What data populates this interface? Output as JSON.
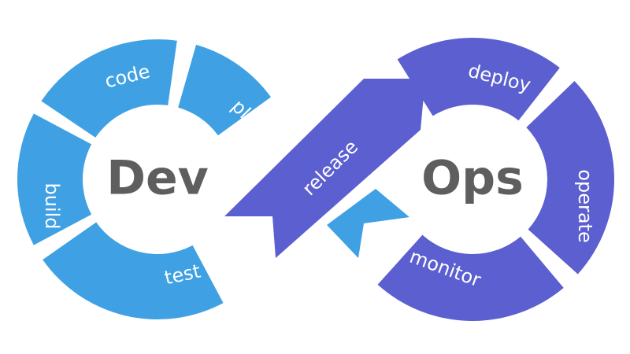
{
  "title_left": "Dev",
  "title_right": "Ops",
  "stages": {
    "code": "code",
    "plan": "plan",
    "build": "build",
    "test": "test",
    "release": "release",
    "deploy": "deploy",
    "operate": "operate",
    "monitor": "monitor"
  },
  "colors": {
    "dev": "#3fa1e3",
    "ops": "#5b5fcf",
    "text": "#5e5e5e"
  }
}
